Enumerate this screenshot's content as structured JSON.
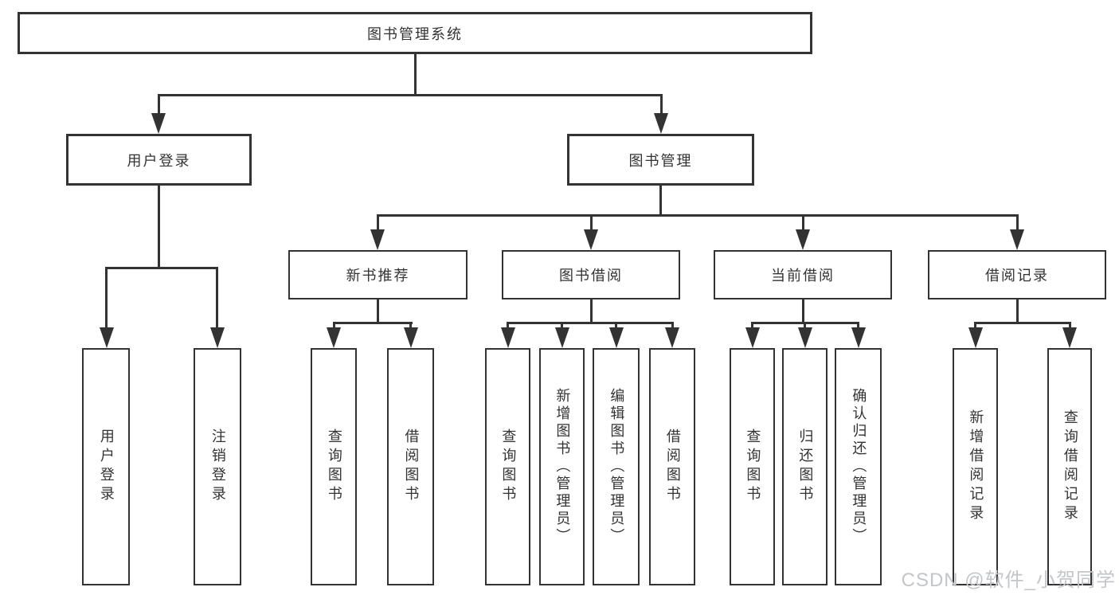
{
  "tree": {
    "root": {
      "label": "图书管理系统"
    },
    "branches": [
      {
        "label": "用户登录",
        "children": [
          {
            "label": "用户登录"
          },
          {
            "label": "注销登录"
          }
        ]
      },
      {
        "label": "图书管理",
        "sections": [
          {
            "label": "新书推荐",
            "children": [
              {
                "label": "查询图书"
              },
              {
                "label": "借阅图书"
              }
            ]
          },
          {
            "label": "图书借阅",
            "children": [
              {
                "label": "查询图书"
              },
              {
                "label": "新增图书（管理员）"
              },
              {
                "label": "编辑图书（管理员）"
              },
              {
                "label": "借阅图书"
              }
            ]
          },
          {
            "label": "当前借阅",
            "children": [
              {
                "label": "查询图书"
              },
              {
                "label": "归还图书"
              },
              {
                "label": "确认归还（管理员）"
              }
            ]
          },
          {
            "label": "借阅记录",
            "children": [
              {
                "label": "新增借阅记录"
              },
              {
                "label": "查询借阅记录"
              }
            ]
          }
        ]
      }
    ]
  },
  "watermark": {
    "text": "CSDN @软件_小贺同学"
  },
  "colors": {
    "line": "#333333",
    "text": "#333333",
    "watermark": "#c2c5c9",
    "background": "#ffffff"
  }
}
